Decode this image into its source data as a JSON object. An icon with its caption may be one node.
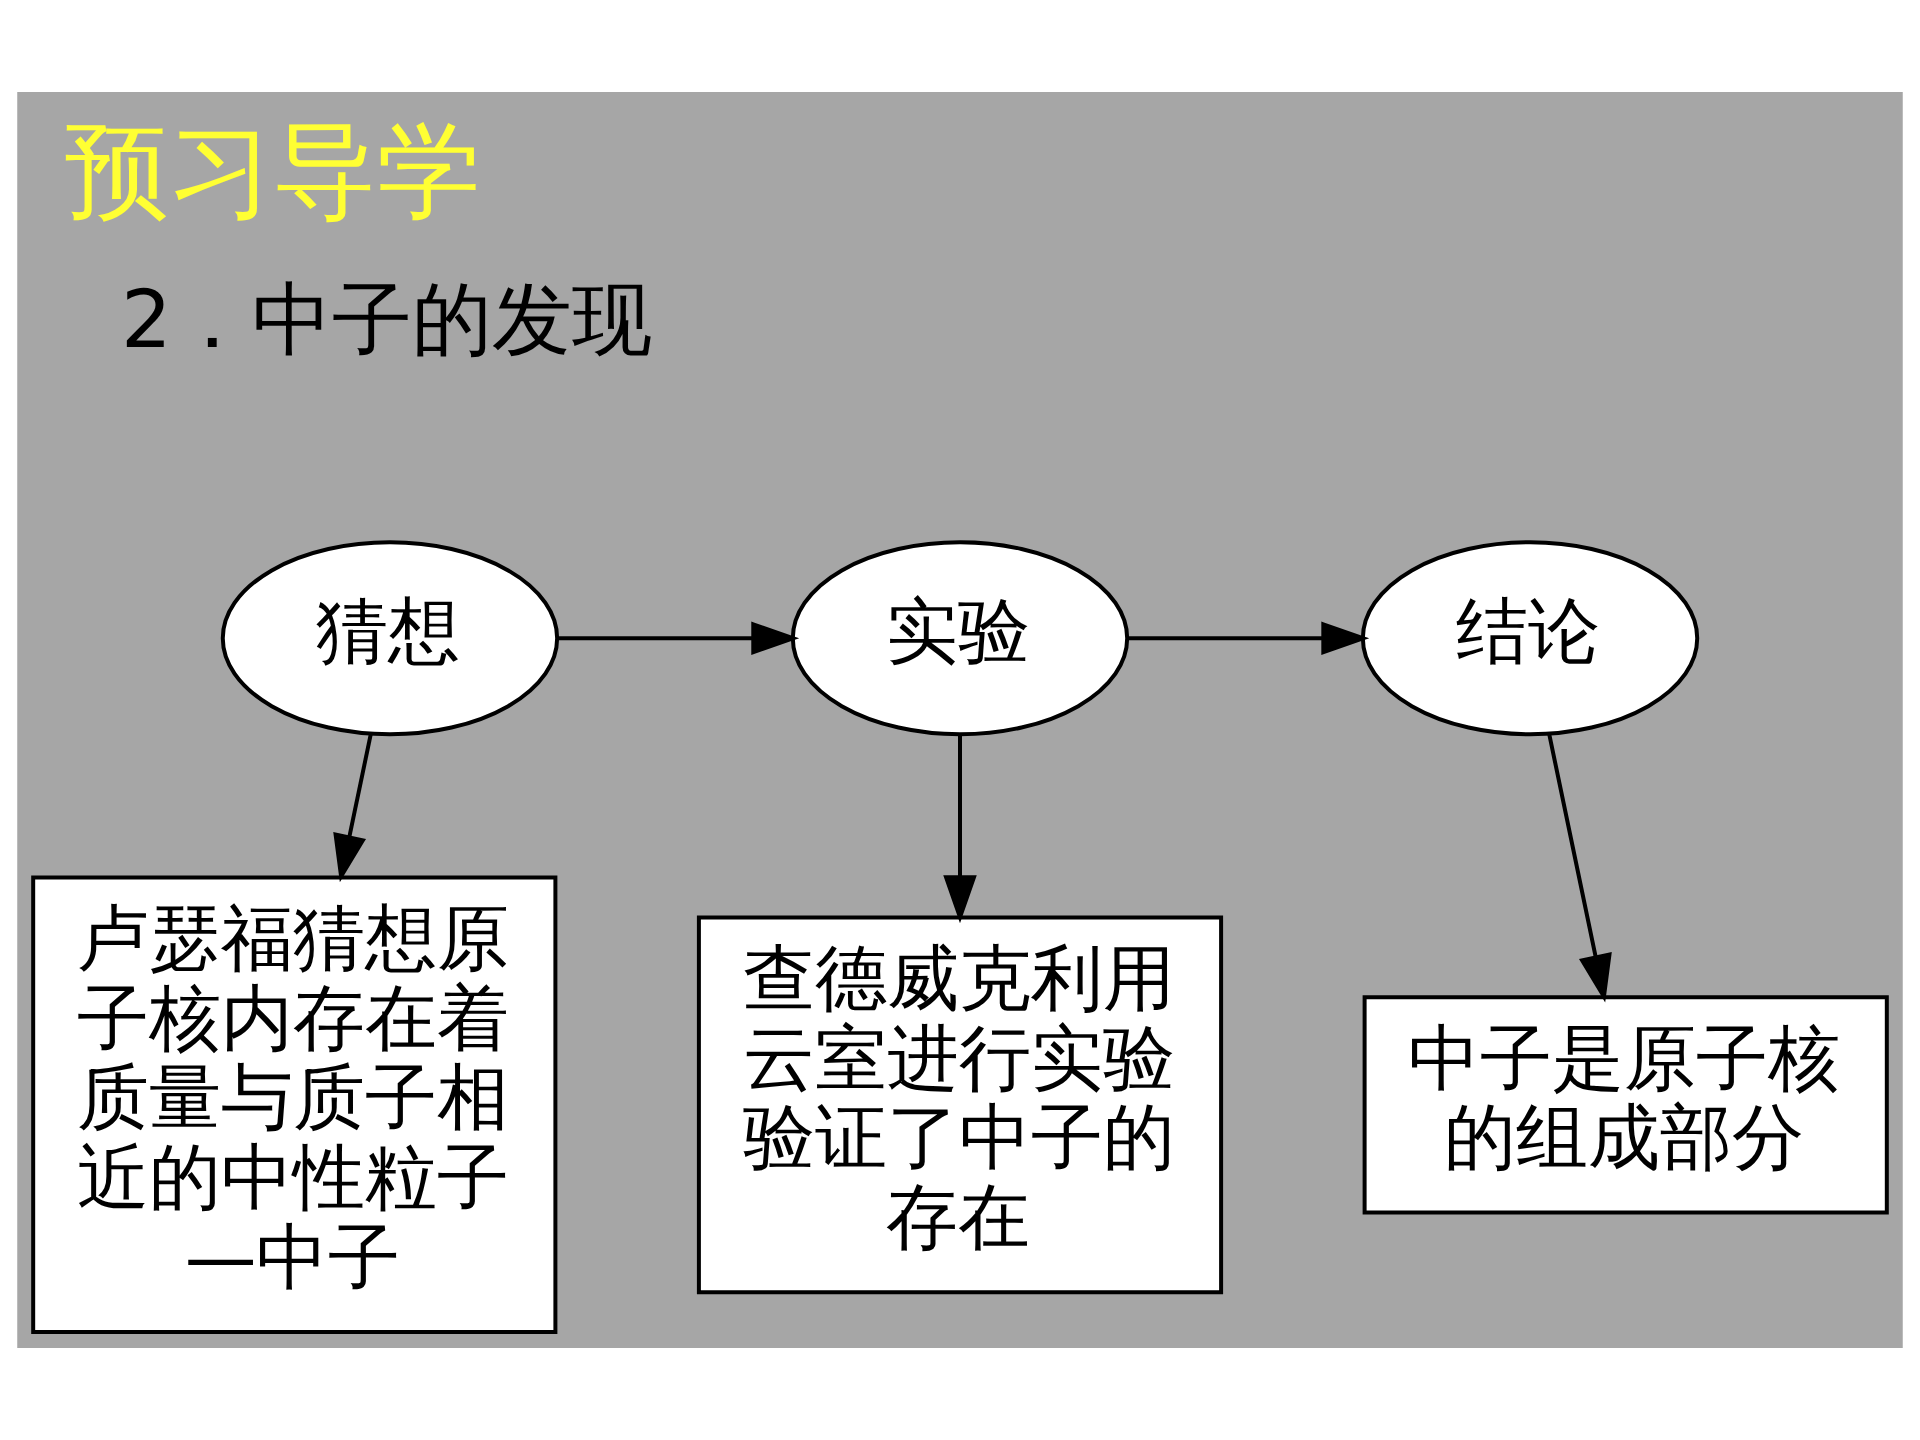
{
  "diagram": {
    "title": "预习导学",
    "nodes": [
      {
        "text": [
          "猜想"
        ]
      },
      {
        "text": [
          "实验"
        ]
      },
      {
        "text": [
          "结论"
        ]
      },
      {
        "text": [
          "卢瑟福猜想原子核内存在着质量与质子相近的中性粒子—中子"
        ]
      },
      {
        "text": [
          "查德威克利用云室进行实验验证了中子的存在"
        ]
      },
      {
        "text": [
          "中子是原子核的组成部分"
        ]
      }
    ],
    "edges": [
      {
        "from": 0,
        "to": 1,
        "arrow": "to"
      },
      {
        "from": 1,
        "to": 2,
        "arrow": "to"
      },
      {
        "from": 0,
        "to": 3,
        "arrow": "to"
      },
      {
        "from": 1,
        "to": 4,
        "arrow": "to"
      },
      {
        "from": 2,
        "to": 5,
        "arrow": "to"
      }
    ],
    "labels": [
      "2．中子的发现"
    ]
  }
}
